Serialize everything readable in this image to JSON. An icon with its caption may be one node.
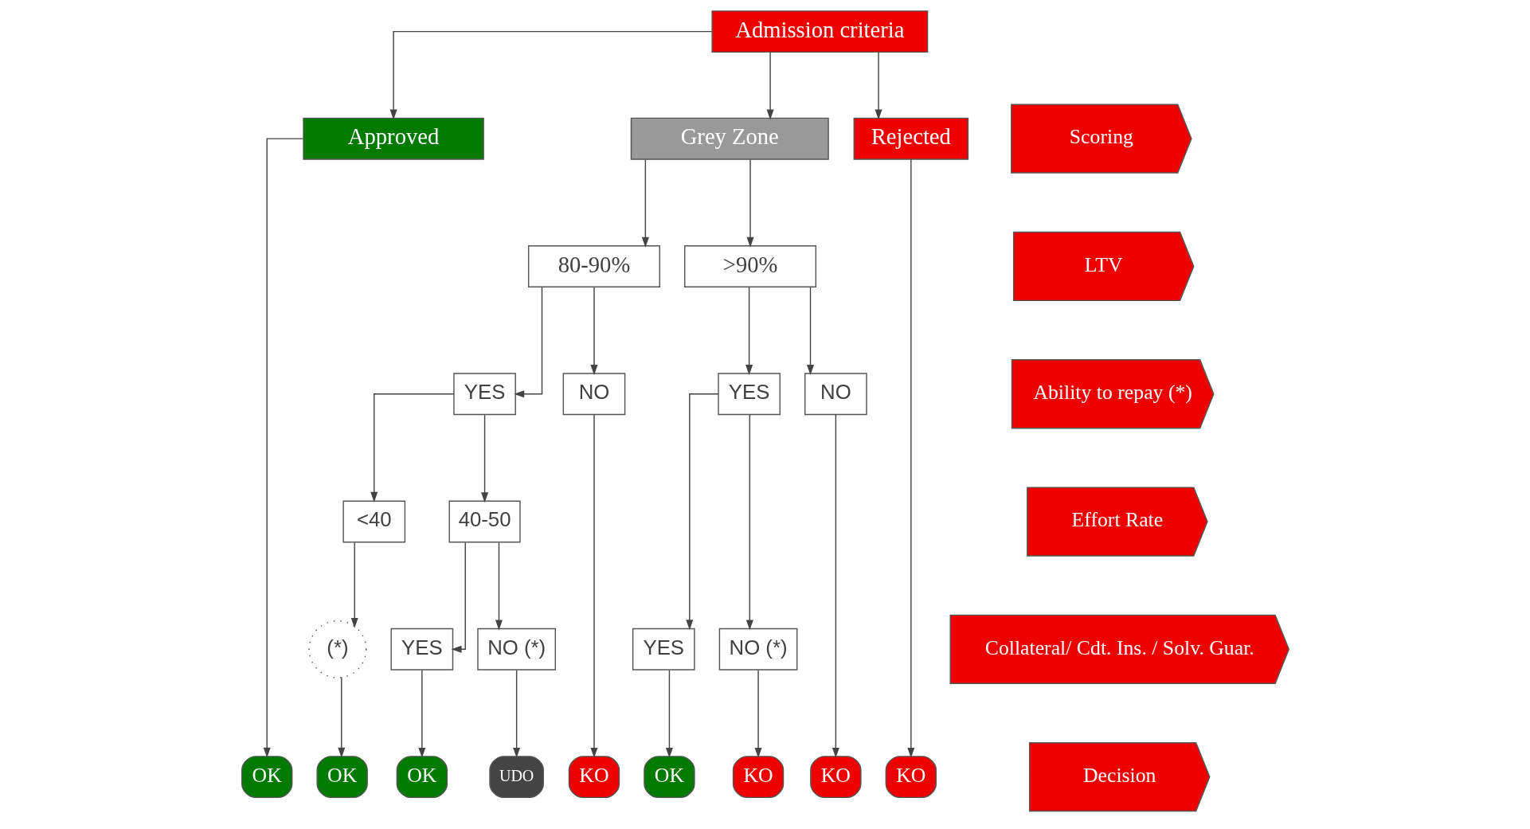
{
  "diagram": {
    "nodes": [
      {
        "text": [
          "Admission criteria"
        ]
      },
      {
        "text": [
          "Approved"
        ]
      },
      {
        "text": [
          "Grey Zone"
        ]
      },
      {
        "text": [
          "Rejected"
        ]
      },
      {
        "text": [
          "80-90%"
        ]
      },
      {
        "text": [
          ">90%"
        ]
      },
      {
        "text": [
          "YES"
        ]
      },
      {
        "text": [
          "NO"
        ]
      },
      {
        "text": [
          "YES"
        ]
      },
      {
        "text": [
          "NO"
        ]
      },
      {
        "text": [
          "<40"
        ]
      },
      {
        "text": [
          "40-50"
        ]
      },
      {
        "text": [
          "(*)"
        ]
      },
      {
        "text": [
          "YES"
        ]
      },
      {
        "text": [
          "NO (*)"
        ]
      },
      {
        "text": [
          "YES"
        ]
      },
      {
        "text": [
          "NO (*)"
        ]
      },
      {
        "text": [
          "OK"
        ]
      },
      {
        "text": [
          "OK"
        ]
      },
      {
        "text": [
          "OK"
        ]
      },
      {
        "text": [
          "UDO"
        ]
      },
      {
        "text": [
          "KO"
        ]
      },
      {
        "text": [
          "OK"
        ]
      },
      {
        "text": [
          "KO"
        ]
      },
      {
        "text": [
          "KO"
        ]
      },
      {
        "text": [
          "KO"
        ]
      },
      {
        "text": [
          "Scoring"
        ]
      },
      {
        "text": [
          "LTV"
        ]
      },
      {
        "text": [
          "Ability to repay (*)"
        ]
      },
      {
        "text": [
          "Effort Rate"
        ]
      },
      {
        "text": [
          "Collateral/ Cdt. Ins. / Solv. Guar."
        ]
      },
      {
        "text": [
          "Decision"
        ]
      }
    ],
    "edges": [
      {
        "from": 0,
        "to": 1,
        "arrow": "to"
      },
      {
        "from": 0,
        "to": 2,
        "arrow": "to"
      },
      {
        "from": 0,
        "to": 3,
        "arrow": "to"
      },
      {
        "from": 1,
        "to": 17,
        "arrow": "to"
      },
      {
        "from": 2,
        "to": 4,
        "arrow": "to"
      },
      {
        "from": 2,
        "to": 5,
        "arrow": "to"
      },
      {
        "from": 3,
        "to": 25,
        "arrow": "to"
      },
      {
        "from": 4,
        "to": 6,
        "arrow": "to"
      },
      {
        "from": 4,
        "to": 7,
        "arrow": "to"
      },
      {
        "from": 5,
        "to": 8,
        "arrow": "to"
      },
      {
        "from": 5,
        "to": 9,
        "arrow": "to"
      },
      {
        "from": 6,
        "to": 10,
        "arrow": "to"
      },
      {
        "from": 6,
        "to": 11,
        "arrow": "to"
      },
      {
        "from": 7,
        "to": 21,
        "arrow": "to"
      },
      {
        "from": 8,
        "to": 15,
        "arrow": "to"
      },
      {
        "from": 8,
        "to": 16,
        "arrow": "to"
      },
      {
        "from": 9,
        "to": 24,
        "arrow": "to"
      },
      {
        "from": 10,
        "to": 12,
        "arrow": "to"
      },
      {
        "from": 12,
        "to": 18,
        "arrow": "to"
      },
      {
        "from": 11,
        "to": 13,
        "arrow": "to"
      },
      {
        "from": 11,
        "to": 14,
        "arrow": "to"
      },
      {
        "from": 13,
        "to": 19,
        "arrow": "to"
      },
      {
        "from": 14,
        "to": 20,
        "arrow": "to"
      },
      {
        "from": 15,
        "to": 22,
        "arrow": "to"
      },
      {
        "from": 16,
        "to": 23,
        "arrow": "to"
      }
    ]
  }
}
